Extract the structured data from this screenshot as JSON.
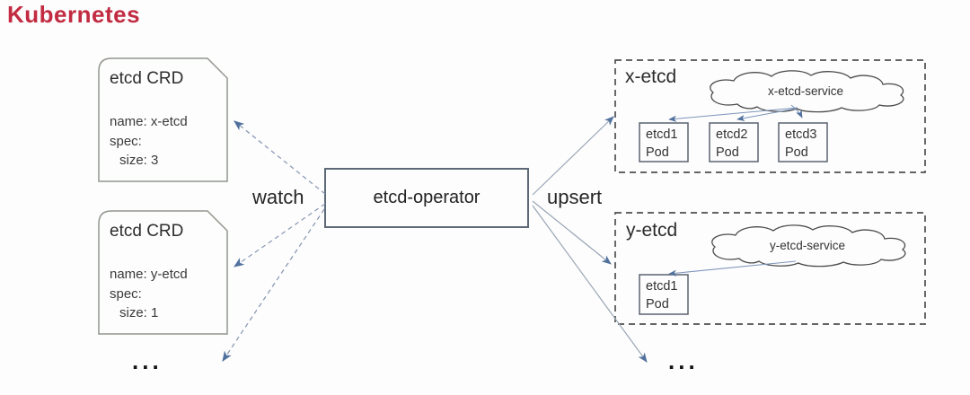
{
  "title": "Kubernetes",
  "crds": [
    {
      "title": "etcd CRD",
      "lines": [
        "name: x-etcd",
        "spec:",
        "size: 3"
      ]
    },
    {
      "title": "etcd CRD",
      "lines": [
        "name: y-etcd",
        "spec:",
        "size: 1"
      ]
    }
  ],
  "operator": {
    "label": "etcd-operator"
  },
  "edges": {
    "watch_label": "watch",
    "upsert_label": "upsert"
  },
  "clusters": [
    {
      "name": "x-etcd",
      "service": "x-etcd-service",
      "pods": [
        {
          "name": "etcd1",
          "kind": "Pod"
        },
        {
          "name": "etcd2",
          "kind": "Pod"
        },
        {
          "name": "etcd3",
          "kind": "Pod"
        }
      ]
    },
    {
      "name": "y-etcd",
      "service": "y-etcd-service",
      "pods": [
        {
          "name": "etcd1",
          "kind": "Pod"
        }
      ]
    }
  ],
  "ellipsis": {
    "left": "...",
    "right": "..."
  },
  "colors": {
    "title_red": "#c22b41",
    "arrowhead_blue": "#51719e",
    "upsert_line": "#99a5b5",
    "watch_dashed_line": "#8c9bb6",
    "service_arrow": "#7d95bb",
    "cluster_border": "#4f4f4f",
    "crd_border": "#91978e",
    "operator_border": "#5d6977"
  }
}
